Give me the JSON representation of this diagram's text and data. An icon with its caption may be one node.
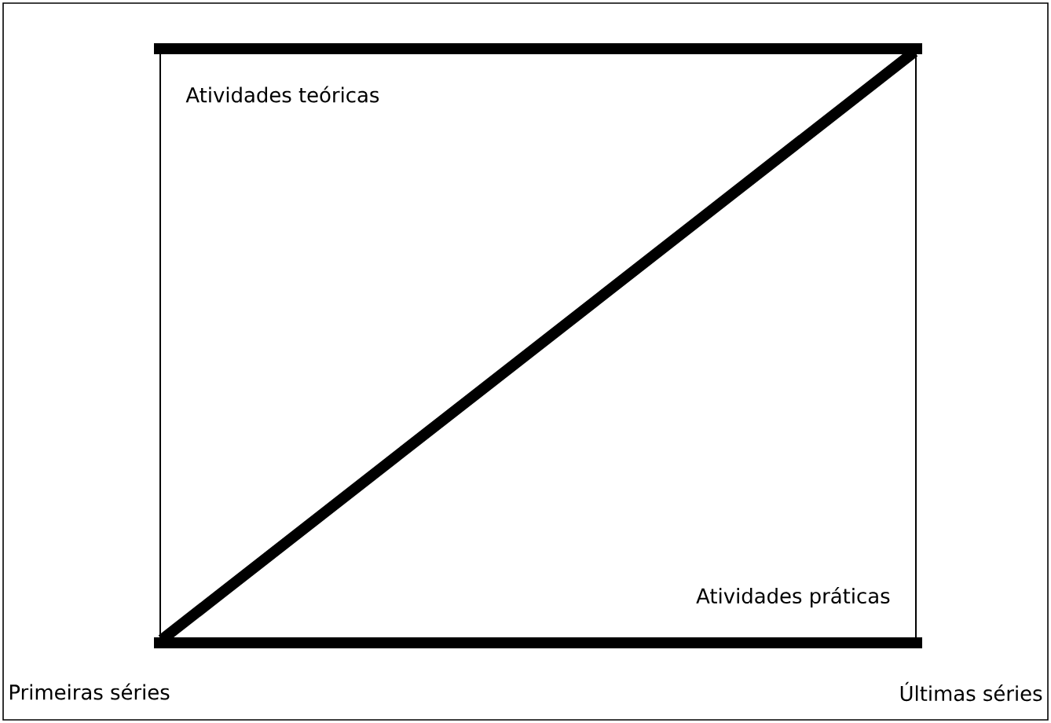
{
  "diagram": {
    "labels": [
      "Atividades teóricas",
      "Atividades práticas",
      "Primeiras séries",
      "Últimas séries"
    ]
  }
}
